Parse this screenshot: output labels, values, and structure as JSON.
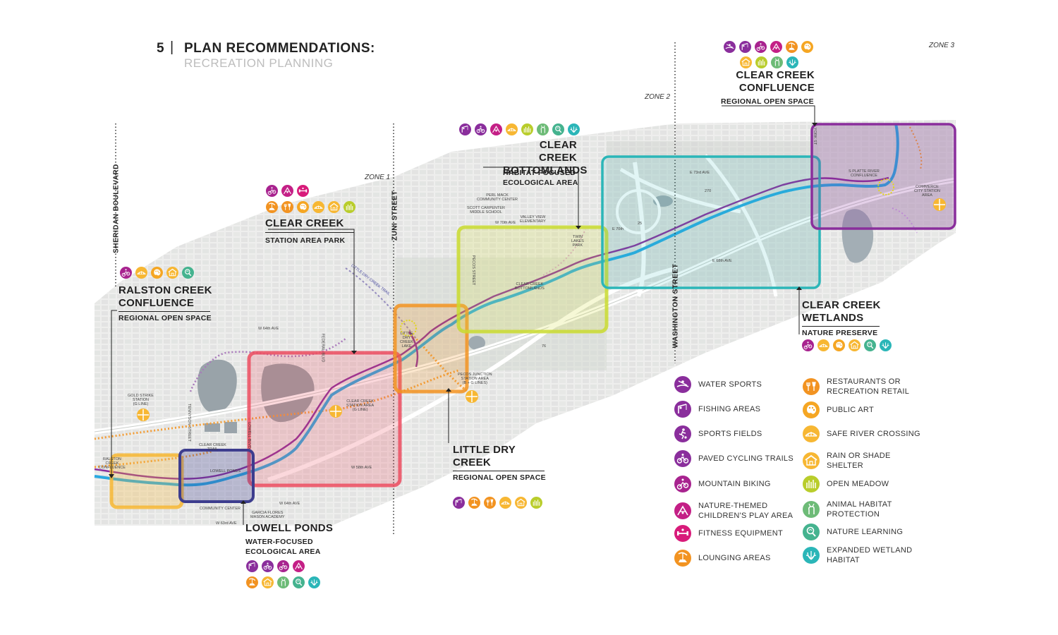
{
  "header": {
    "section_number": "5",
    "separator": "|",
    "title": "PLAN RECOMMENDATIONS:",
    "subtitle": "RECREATION PLANNING"
  },
  "zones": [
    "ZONE 1",
    "ZONE 2",
    "ZONE 3"
  ],
  "streets": [
    "SHERIDAN BOULEVARD",
    "ZUNI STREET",
    "WASHINGTON STREET"
  ],
  "colors": {
    "purple": "#8a2e9c",
    "magenta": "#d81b7a",
    "orange": "#f29321",
    "gold": "#f7b733",
    "lime": "#b9cd2b",
    "green": "#6dbb77",
    "teal": "#2bb6b8",
    "navy": "#3d3d8e",
    "red": "#ec4c5f",
    "river": "#29a9e1"
  },
  "sites": [
    {
      "name_line1": "RALSTON CREEK",
      "name_line2": "CONFLUENCE",
      "type_line1": "REGIONAL OPEN SPACE",
      "type_line2": ""
    },
    {
      "name_line1": "CLEAR CREEK",
      "name_line2": "",
      "type_line1": "STATION AREA PARK",
      "type_line2": ""
    },
    {
      "name_line1": "LOWELL PONDS",
      "name_line2": "",
      "type_line1": "WATER-FOCUSED",
      "type_line2": "ECOLOGICAL AREA"
    },
    {
      "name_line1": "LITTLE DRY",
      "name_line2": "CREEK",
      "type_line1": "REGIONAL OPEN SPACE",
      "type_line2": ""
    },
    {
      "name_line1": "CLEAR CREEK",
      "name_line2": "BOTTOMLANDS",
      "type_line1": "HABITAT-FOCUSED",
      "type_line2": "ECOLOGICAL AREA"
    },
    {
      "name_line1": "CLEAR CREEK",
      "name_line2": "WETLANDS",
      "type_line1": "NATURE PRESERVE",
      "type_line2": ""
    },
    {
      "name_line1": "CLEAR CREEK",
      "name_line2": "CONFLUENCE",
      "type_line1": "REGIONAL OPEN SPACE",
      "type_line2": ""
    }
  ],
  "map_labels": {
    "w64": "W 64th AVE",
    "w64b": "W 64th AVE",
    "w58": "W 58th AVE",
    "w63": "W 63rd AVE",
    "w70": "W 70th AVE",
    "e73": "E 73rd AVE",
    "e70": "E 70th",
    "e68": "E 68th AVE",
    "ldc_trail": "LITTLE DRY CREEK TRAIL",
    "gold_strike": "GOLD STRIKE\nSTATION\n(G LINE)",
    "clear_creek_station": "CLEAR CREEK\nSTATION AREA\n(G LINE)",
    "pecos": "PECOS JUNCTION\nSTATION AREA\n(B + G LINES)",
    "commerce": "COMMERCE\nCITY STATION\nAREA",
    "s_platte": "S PLATTE RIVER\nCONFLUENCE",
    "perl_mack": "PERL MACK\nCOMMUNITY CENTER",
    "scott": "SCOTT CARPENTER\nMIDDLE SCHOOL",
    "valley_view": "VALLEY VIEW\nELEMENTARY",
    "twin_lakes": "TWIN\nLAKES\nPARK",
    "ccb_small": "CLEAR CREEK\nBOTTOMLANDS",
    "little_dry_lake": "LITTLE\nDRY\nCREEK\nLAKE",
    "lowell_ponds_map": "LOWELL PONDS",
    "clear_creek_trail": "CLEAR CREEK\nTRAIL",
    "community_center": "COMMUNITY CENTER",
    "ralston_map": "RALSTON\nCREEK\nCONFLUENCE",
    "garcia": "GARCIA FLORES\nMASON ACADEMY",
    "pecos_st": "PECOS STREET",
    "federal": "FEDERAL BLVD",
    "tennyson": "TENNYSON STREET",
    "lowell_blvd": "LOWELL BLVD",
    "york": "YORK ST",
    "i76": "76",
    "i25": "25",
    "i270": "270"
  },
  "legend": {
    "left": [
      {
        "icon": "kayak-icon",
        "label": "WATER SPORTS",
        "color": "#8a2e9c"
      },
      {
        "icon": "fishing-icon",
        "label": "FISHING AREAS",
        "color": "#8a2e9c"
      },
      {
        "icon": "sports-icon",
        "label": "SPORTS FIELDS",
        "color": "#8a2e9c"
      },
      {
        "icon": "bike-icon",
        "label": "PAVED CYCLING TRAILS",
        "color": "#8a2e9c"
      },
      {
        "icon": "mountain-bike-icon",
        "label": "MOUNTAIN BIKING",
        "color": "#a8238f"
      },
      {
        "icon": "playground-icon",
        "label": "NATURE-THEMED\nCHILDREN'S PLAY AREA",
        "color": "#c41f86"
      },
      {
        "icon": "fitness-icon",
        "label": "FITNESS EQUIPMENT",
        "color": "#d81b7a"
      },
      {
        "icon": "lounge-icon",
        "label": "LOUNGING AREAS",
        "color": "#f29321"
      }
    ],
    "right": [
      {
        "icon": "restaurant-icon",
        "label": "RESTAURANTS OR\nRECREATION RETAIL",
        "color": "#f29321"
      },
      {
        "icon": "art-icon",
        "label": "PUBLIC ART",
        "color": "#f5a623"
      },
      {
        "icon": "bridge-icon",
        "label": "SAFE RIVER CROSSING",
        "color": "#f7b733"
      },
      {
        "icon": "shelter-icon",
        "label": "RAIN OR SHADE\nSHELTER",
        "color": "#f7b733"
      },
      {
        "icon": "meadow-icon",
        "label": "OPEN MEADOW",
        "color": "#b9cd2b"
      },
      {
        "icon": "deer-icon",
        "label": "ANIMAL HABITAT\nPROTECTION",
        "color": "#6dbb77"
      },
      {
        "icon": "magnifier-icon",
        "label": "NATURE LEARNING",
        "color": "#45b38f"
      },
      {
        "icon": "wetland-icon",
        "label": "EXPANDED WETLAND\nHABITAT",
        "color": "#2bb6b8"
      }
    ]
  },
  "site_icons": {
    "ralston": [
      "mountain-bike-icon",
      "bridge-icon",
      "art-icon",
      "shelter-icon",
      "magnifier-icon"
    ],
    "station_row1": [
      "mountain-bike-icon",
      "playground-icon",
      "fitness-icon"
    ],
    "station_row2": [
      "lounge-icon",
      "restaurant-icon",
      "art-icon",
      "bridge-icon",
      "shelter-icon",
      "meadow-icon"
    ],
    "lowell_row1": [
      "fishing-icon",
      "bike-icon",
      "mountain-bike-icon",
      "playground-icon"
    ],
    "lowell_row2": [
      "lounge-icon",
      "shelter-icon",
      "deer-icon",
      "magnifier-icon",
      "wetland-icon"
    ],
    "ldc": [
      "fishing-icon",
      "lounge-icon",
      "restaurant-icon",
      "bridge-icon",
      "shelter-icon",
      "meadow-icon"
    ],
    "bottom": [
      "fishing-icon",
      "bike-icon",
      "playground-icon",
      "bridge-icon",
      "meadow-icon",
      "deer-icon",
      "magnifier-icon",
      "wetland-icon"
    ],
    "wetlands": [
      "mountain-bike-icon",
      "bridge-icon",
      "art-icon",
      "shelter-icon",
      "magnifier-icon",
      "wetland-icon"
    ],
    "confl_row1": [
      "kayak-icon",
      "fishing-icon",
      "mountain-bike-icon",
      "playground-icon",
      "lounge-icon",
      "art-icon"
    ],
    "confl_row2": [
      "shelter-icon",
      "meadow-icon",
      "deer-icon",
      "wetland-icon"
    ]
  }
}
